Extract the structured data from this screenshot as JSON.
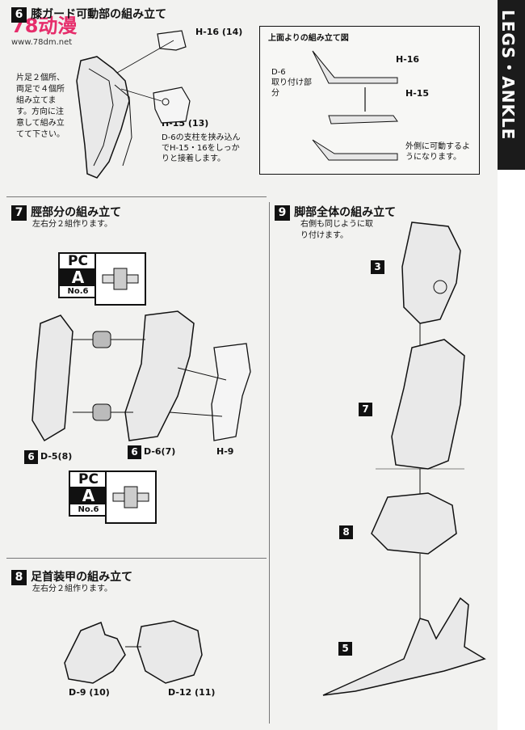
{
  "side_tab": {
    "label": "LEGS・ANKLE"
  },
  "watermark": {
    "brand": "78动漫",
    "url": "www.78dm.net"
  },
  "sec6": {
    "num": "6",
    "title": "膝ガード可動部の組み立て",
    "note": "片足２個所、両足で４個所組み立てます。方向に注意して組み立てて下さい。",
    "label_h16": "H-16 (14)",
    "label_h15": "H-15 (13)",
    "desc": "D-6の支柱を挟み込んでH-15・16をしっかりと接着します。",
    "box_title": "上面よりの組み立て図",
    "box_h16": "H-16",
    "box_h15": "H-15",
    "box_d6": "D-6",
    "box_d6_note": "取り付け部分",
    "box_movable": "外側に可動するようになります。"
  },
  "sec7": {
    "num": "7",
    "title": "脛部分の組み立て",
    "note": "左右分２組作ります。",
    "pc_top": "PC",
    "pc_mid": "A",
    "pc_bot": "No.6",
    "callout": "6",
    "label_d5": "D-5(8)",
    "label_d6": "D-6(7)",
    "label_h9": "H-9"
  },
  "sec8": {
    "num": "8",
    "title": "足首装甲の組み立て",
    "note": "左右分２組作ります。",
    "label_d9": "D-9 (10)",
    "label_d12": "D-12 (11)"
  },
  "sec9": {
    "num": "9",
    "title": "脚部全体の組み立て",
    "note": "右側も同じように取り付けます。",
    "callouts": [
      "3",
      "7",
      "8",
      "5"
    ]
  }
}
